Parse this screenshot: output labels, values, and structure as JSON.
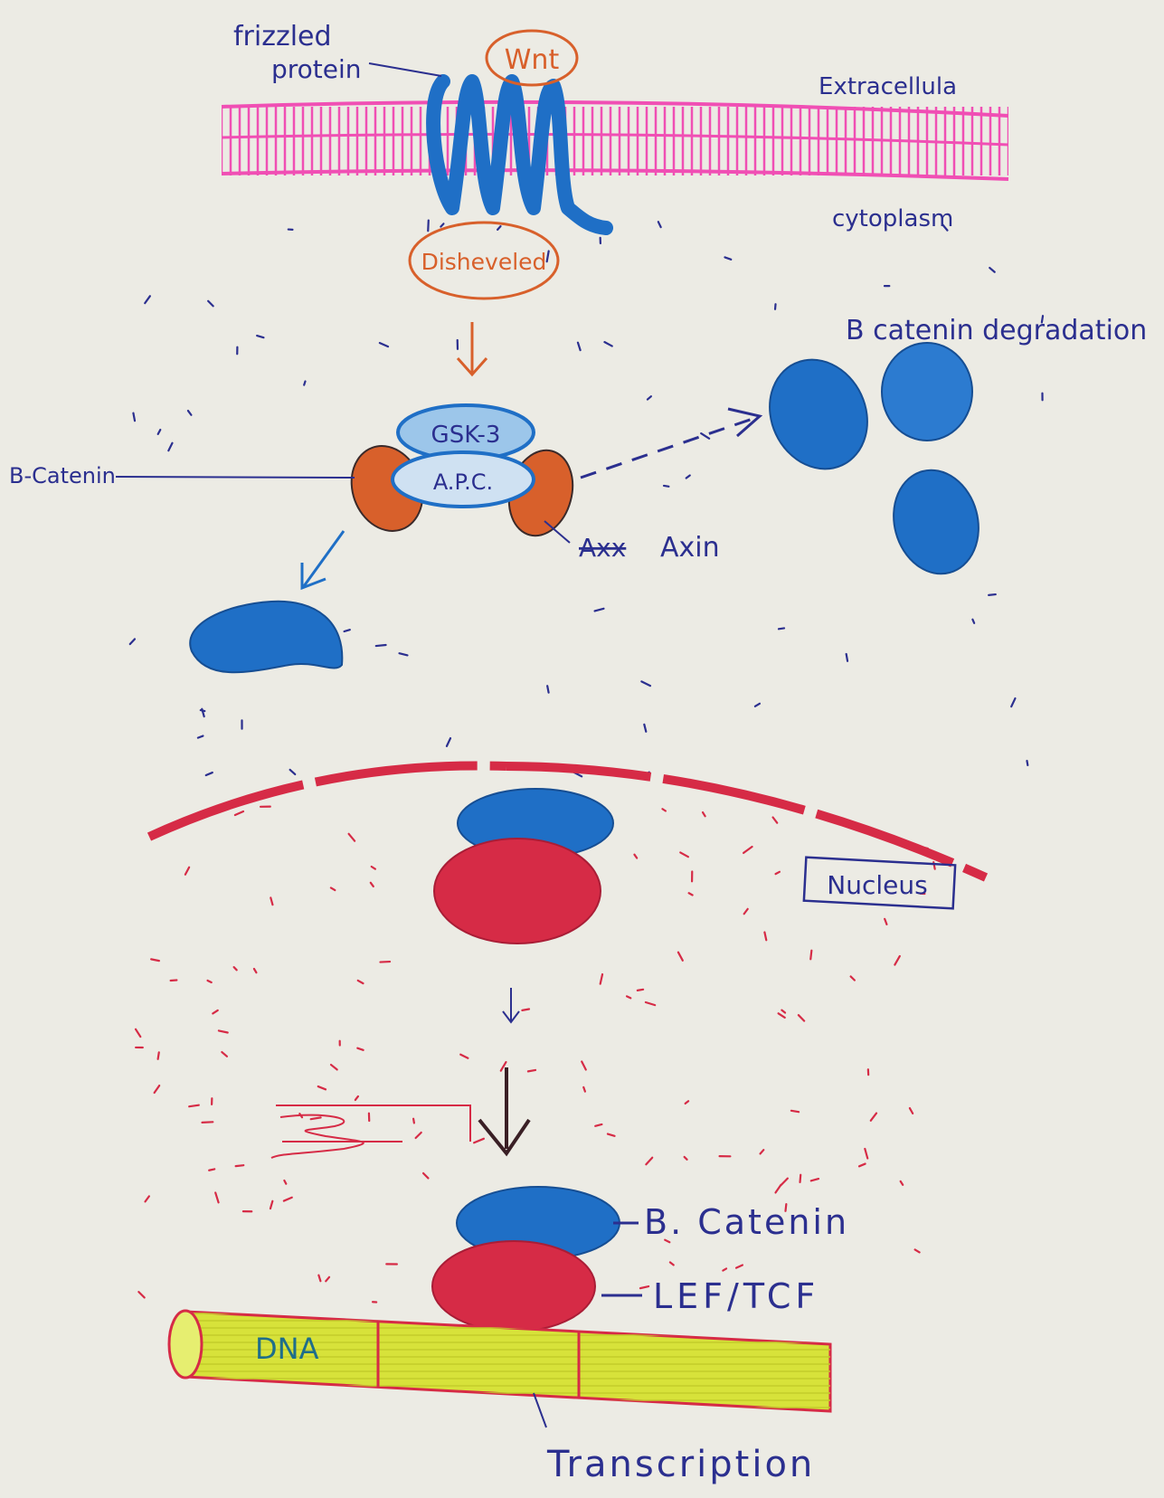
{
  "labels": {
    "frizzled_line1": "frizzled",
    "frizzled_line2": "protein",
    "wnt": "Wnt",
    "extracellular": "Extracellula",
    "cytoplasm": "cytoplasm",
    "disheveled": "Disheveled",
    "gsk3": "GSK-3",
    "apc": "A.P.C.",
    "beta_catenin_left": "B-Catenin",
    "axin_strike": "Axx",
    "axin": "Axin",
    "degradation": "B catenin degradation",
    "nucleus": "Nucleus",
    "beta_catenin_bottom": "B. Catenin",
    "lef_tcf": "LEF/TCF",
    "dna": "DNA",
    "transcription": "Transcription"
  },
  "colors": {
    "paper": "#ecebe4",
    "membrane": "#f04fb4",
    "protein_blue": "#1f6fc6",
    "orange": "#d8602b",
    "red": "#d62b46",
    "ink_blue": "#2b2f8f",
    "dna_yellow": "#d7e23a"
  }
}
